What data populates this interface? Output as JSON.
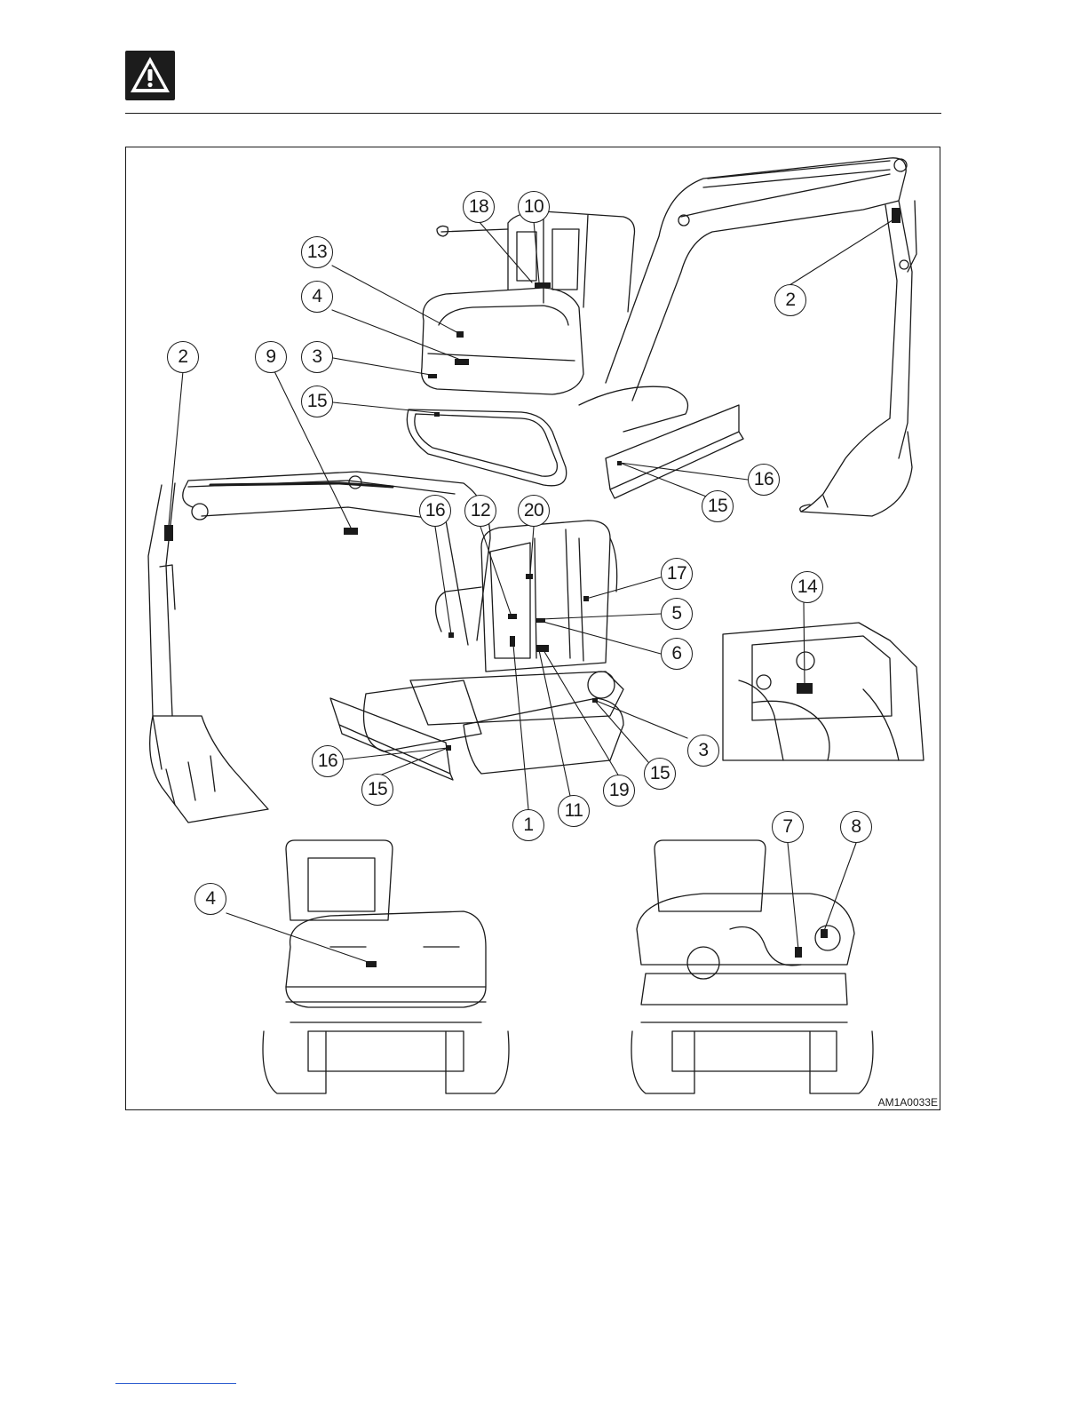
{
  "header": {
    "icon": "warning-triangle-icon"
  },
  "figure": {
    "code": "AM1A0033E",
    "callouts": [
      {
        "id": "c18",
        "label": "18"
      },
      {
        "id": "c10",
        "label": "10"
      },
      {
        "id": "c13",
        "label": "13"
      },
      {
        "id": "c4a",
        "label": "4"
      },
      {
        "id": "c2a",
        "label": "2"
      },
      {
        "id": "c9",
        "label": "9"
      },
      {
        "id": "c3a",
        "label": "3"
      },
      {
        "id": "c15a",
        "label": "15"
      },
      {
        "id": "c2b",
        "label": "2"
      },
      {
        "id": "c16a",
        "label": "16"
      },
      {
        "id": "c15b",
        "label": "15"
      },
      {
        "id": "c16b",
        "label": "16"
      },
      {
        "id": "c12",
        "label": "12"
      },
      {
        "id": "c20",
        "label": "20"
      },
      {
        "id": "c17",
        "label": "17"
      },
      {
        "id": "c14",
        "label": "14"
      },
      {
        "id": "c5",
        "label": "5"
      },
      {
        "id": "c6",
        "label": "6"
      },
      {
        "id": "c3b",
        "label": "3"
      },
      {
        "id": "c16c",
        "label": "16"
      },
      {
        "id": "c15c",
        "label": "15"
      },
      {
        "id": "c15d",
        "label": "15"
      },
      {
        "id": "c19",
        "label": "19"
      },
      {
        "id": "c11",
        "label": "11"
      },
      {
        "id": "c1",
        "label": "1"
      },
      {
        "id": "c4b",
        "label": "4"
      },
      {
        "id": "c7",
        "label": "7"
      },
      {
        "id": "c8",
        "label": "8"
      }
    ]
  },
  "colors": {
    "ink": "#1a1a1a",
    "link": "#2f5fd0"
  }
}
